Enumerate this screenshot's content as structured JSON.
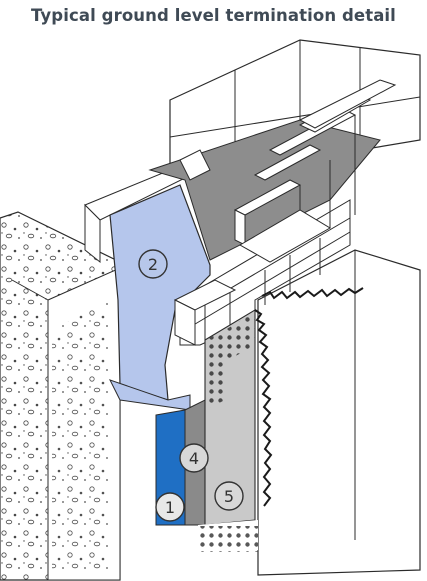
{
  "title": "Typical ground level termination detail",
  "callouts": [
    {
      "id": "callout-2",
      "label": "2",
      "fill": "#b7c7ea"
    },
    {
      "id": "callout-4",
      "label": "4",
      "fill": "#d8d8d8"
    },
    {
      "id": "callout-1",
      "label": "1",
      "fill": "#e8e8e8"
    },
    {
      "id": "callout-5",
      "label": "5",
      "fill": "#d8d8d8"
    }
  ],
  "colors": {
    "membrane_light_blue": "#b5c6ec",
    "membrane_dark_blue": "#1f6fc4",
    "screed_grey": "#8a8a8a",
    "drainage_board_grey": "#c9c9c9",
    "outline": "#2b2b2b"
  }
}
